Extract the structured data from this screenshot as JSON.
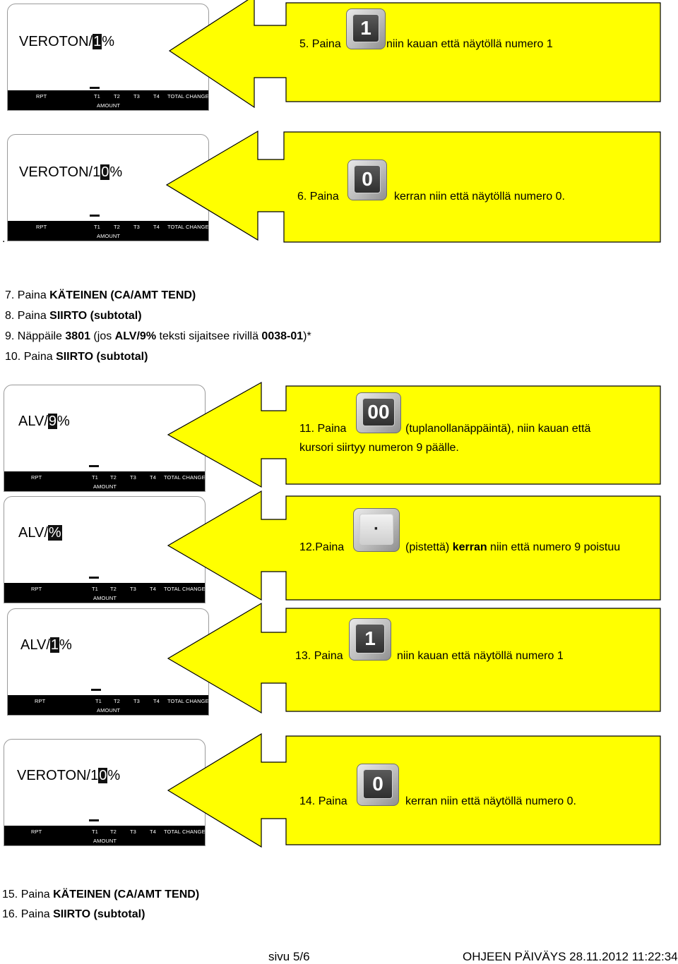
{
  "lcd_labels": {
    "rpt": "RPT",
    "t1": "T1",
    "t2": "T2",
    "t3": "T3",
    "t4": "T4",
    "total": "TOTAL",
    "change": "CHANGE",
    "amount": "AMOUNT"
  },
  "panel1": {
    "display_pre": "VEROTON/",
    "display_cursor": "1",
    "display_post": "%",
    "instr_pre": "5. Paina",
    "key": "1",
    "instr_post": "niin kauan että näytöllä numero 1"
  },
  "panel2": {
    "display_pre": "VEROTON/1",
    "display_cursor": "0",
    "display_post": "%",
    "instr_pre": "6. Paina",
    "key": "0",
    "instr_post": "kerran niin että näytöllä numero 0.",
    "stray": "."
  },
  "steps_a": {
    "s7_pre": "7. Paina ",
    "s7_bold": "KÄTEINEN (CA/AMT TEND)",
    "s8_pre": "8. Paina  ",
    "s8_bold": "SIIRTO (subtotal)",
    "s9_pre": "9. Näppäile ",
    "s9_b1": "3801",
    "s9_mid": " (jos ",
    "s9_b2": "ALV/9%",
    "s9_mid2": " teksti  sijaitsee rivillä ",
    "s9_b3": "0038-01",
    "s9_post": ")*",
    "s10_pre": "10. Paina  ",
    "s10_bold": "SIIRTO (subtotal)"
  },
  "panel3": {
    "display_pre": "ALV/",
    "display_cursor": "9",
    "display_post": "%",
    "instr_pre": "11. Paina",
    "key": "00",
    "instr_post": "(tuplanollanäppäintä), niin kauan että",
    "instr_line2": "kursori siirtyy numeron 9 päälle."
  },
  "panel4": {
    "display_pre": "ALV/",
    "display_cursor": "%",
    "display_post": "",
    "instr_pre": "12.Paina",
    "key": "·",
    "instr_post_a": "(pistettä) ",
    "instr_post_bold": "kerran",
    "instr_post_b": " niin että numero 9 poistuu"
  },
  "panel5": {
    "display_pre": "ALV/",
    "display_cursor": "1",
    "display_post": "%",
    "instr_pre": "13. Paina",
    "key": "1",
    "instr_post": "niin kauan että näytöllä numero 1"
  },
  "panel6": {
    "display_pre": "VEROTON/1",
    "display_cursor": "0",
    "display_post": "%",
    "instr_pre": "14. Paina",
    "key": "0",
    "instr_post": "kerran niin että näytöllä numero 0."
  },
  "steps_b": {
    "s15_pre": "15. Paina ",
    "s15_bold": "KÄTEINEN (CA/AMT TEND)",
    "s16_pre": "16. Paina  ",
    "s16_bold": "SIIRTO (subtotal)"
  },
  "footer": {
    "page": "sivu 5/6",
    "date": "OHJEEN PÄIVÄYS 28.11.2012 11:22:34"
  },
  "colors": {
    "callout_fill": "#ffff00",
    "callout_stroke": "#000000",
    "lcd_bar": "#000000"
  }
}
